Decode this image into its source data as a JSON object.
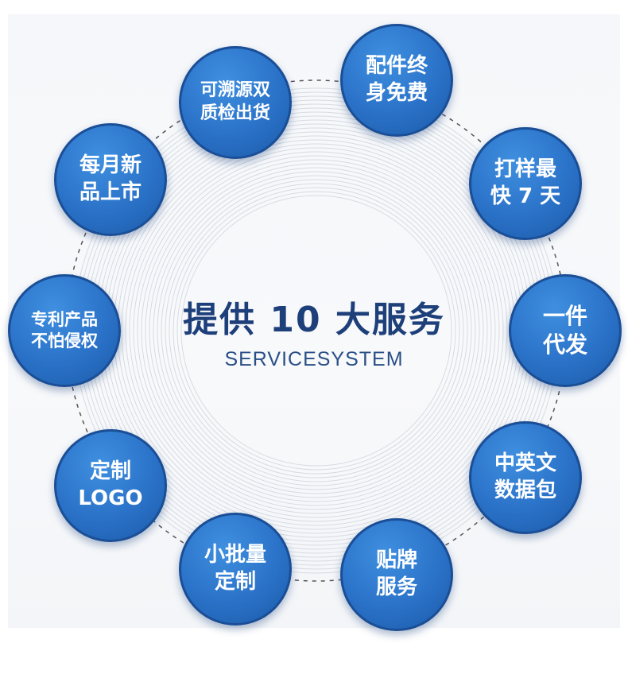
{
  "title": "提供 10 大服务",
  "subtitle": "SERVICESYSTEM",
  "colors": {
    "node_fill": "#2a72c8",
    "node_border": "#1a4e96",
    "title": "#1d3f7a",
    "dashed_ring": "#555555"
  },
  "services": [
    {
      "id": "traceable",
      "text": "可溯源双\n质检出货"
    },
    {
      "id": "parts-free",
      "text": "配件终\n身免费"
    },
    {
      "id": "sample-7-days",
      "text": "打样最\n快 7 天"
    },
    {
      "id": "dropship",
      "text": "一件\n代发"
    },
    {
      "id": "data-pack",
      "text": "中英文\n数据包"
    },
    {
      "id": "label-service",
      "text": "贴牌\n服务"
    },
    {
      "id": "small-batch",
      "text": "小批量\n定制"
    },
    {
      "id": "custom-logo",
      "text": "定制\nLOGO"
    },
    {
      "id": "patent",
      "text": "专利产品\n不怕侵权"
    },
    {
      "id": "monthly-new",
      "text": "每月新\n品上市"
    }
  ]
}
